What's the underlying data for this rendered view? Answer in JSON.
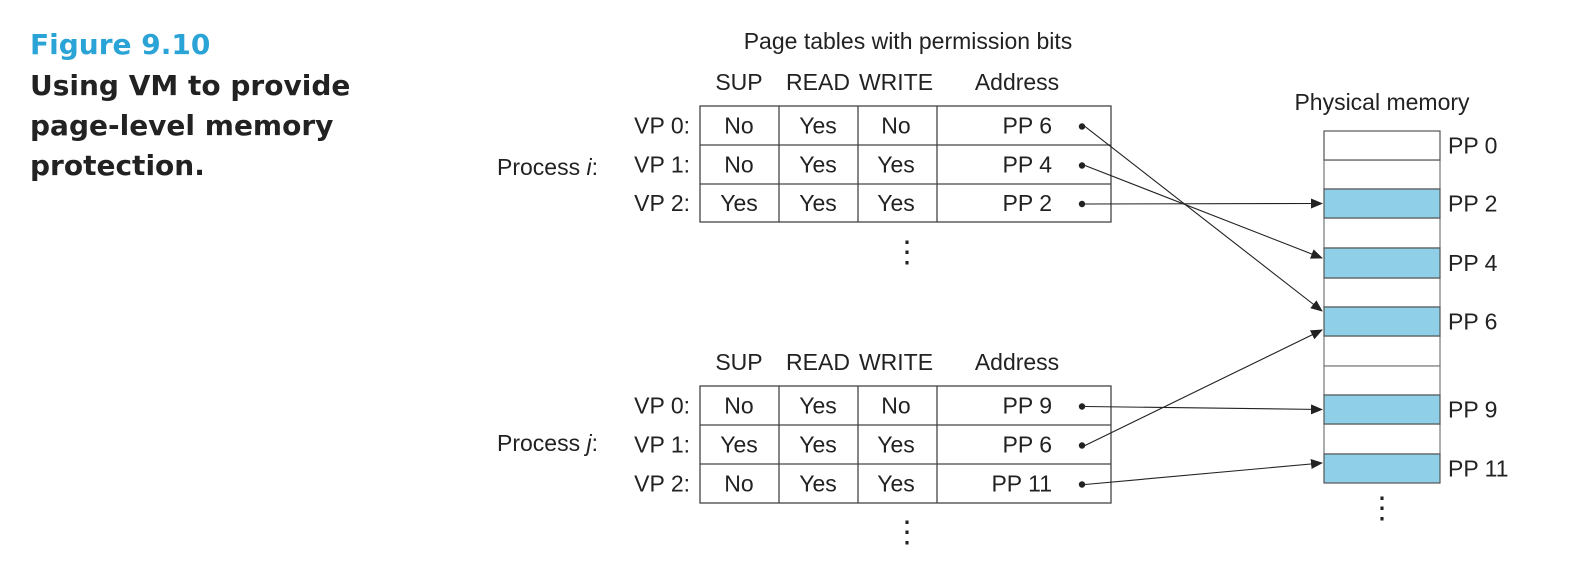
{
  "caption": {
    "figure_number": "Figure 9.10",
    "title": "Using VM to provide page-level memory protection."
  },
  "diagram": {
    "page_tables_title": "Page tables with permission bits",
    "columns": [
      "SUP",
      "READ",
      "WRITE",
      "Address"
    ],
    "processes": [
      {
        "label": "Process ",
        "var": "i",
        "rows": [
          {
            "vp": "VP 0:",
            "sup": "No",
            "read": "Yes",
            "write": "No",
            "address": "PP 6",
            "target": "PP 6"
          },
          {
            "vp": "VP 1:",
            "sup": "No",
            "read": "Yes",
            "write": "Yes",
            "address": "PP 4",
            "target": "PP 4"
          },
          {
            "vp": "VP 2:",
            "sup": "Yes",
            "read": "Yes",
            "write": "Yes",
            "address": "PP 2",
            "target": "PP 2"
          }
        ]
      },
      {
        "label": "Process ",
        "var": "j",
        "rows": [
          {
            "vp": "VP 0:",
            "sup": "No",
            "read": "Yes",
            "write": "No",
            "address": "PP 9",
            "target": "PP 9"
          },
          {
            "vp": "VP 1:",
            "sup": "Yes",
            "read": "Yes",
            "write": "Yes",
            "address": "PP 6",
            "target": "PP 6"
          },
          {
            "vp": "VP 2:",
            "sup": "No",
            "read": "Yes",
            "write": "Yes",
            "address": "PP 11",
            "target": "PP 11"
          }
        ]
      }
    ],
    "ellipsis": "⋮",
    "physical_memory": {
      "title": "Physical memory",
      "pages": [
        "PP 0",
        "PP 2",
        "PP 4",
        "PP 6",
        "PP 9",
        "PP 11"
      ],
      "filled_pages": [
        "PP 2",
        "PP 4",
        "PP 6",
        "PP 9",
        "PP 11"
      ],
      "fill_color": "#8fcfe8"
    }
  }
}
